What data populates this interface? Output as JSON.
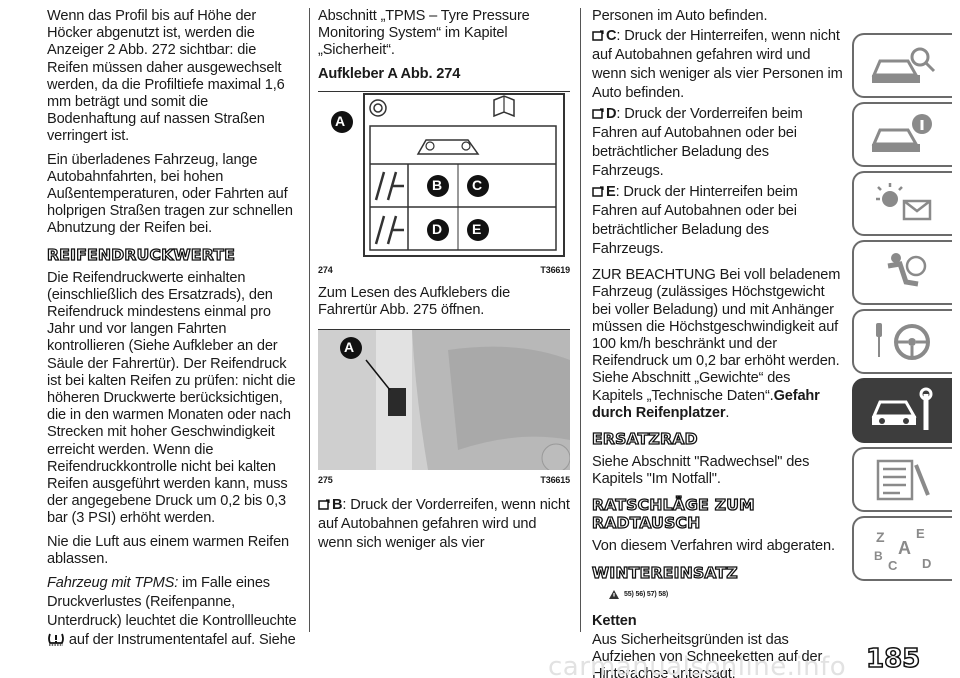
{
  "col1": {
    "p1": "Wenn das Profil bis auf Höhe der Höcker abgenutzt ist, werden die Anzeiger 2 Abb. 272 sichtbar: die Reifen müssen daher ausgewechselt werden, da die Profiltiefe maximal 1,6 mm beträgt und somit die Bodenhaftung auf nassen Straßen verringert ist.",
    "p2": "Ein überladenes Fahrzeug, lange Autobahnfahrten, bei hohen Außentemperaturen, oder Fahrten auf holprigen Straßen tragen zur schnellen Abnutzung der Reifen bei.",
    "heading": "REIFENDRUCKWERTE",
    "p3": "Die Reifendruckwerte einhalten (einschließlich des Ersatzrads), den Reifendruck mindestens einmal pro Jahr und vor langen Fahrten kontrollieren (Siehe Aufkleber an der Säule der Fahrertür). Der Reifendruck ist bei kalten Reifen zu prüfen: nicht die höheren Druckwerte berücksichtigen, die in den warmen Monaten oder nach Strecken mit hoher Geschwindigkeit erreicht werden. Wenn die Reifendruckkontrolle nicht bei kalten Reifen ausgeführt werden kann, muss der angegebene Druck um 0,2 bis 0,3 bar (3 PSI) erhöht werden.",
    "p4": "Nie die Luft aus einem warmen Reifen ablassen.",
    "p5_italic": "Fahrzeug mit TPMS:",
    "p5_rest": " im Falle eines Druckverlustes (Reifenpanne, Unterdruck) leuchtet die Kontrollleuchte",
    "p5_end": " auf der Instrumententafel auf. Siehe"
  },
  "col2": {
    "p1": "Abschnitt „TPMS – Tyre Pressure Monitoring System“ im Kapitel „Sicherheit“.",
    "subheading": "Aufkleber A Abb. 274",
    "fig274": {
      "num": "274",
      "code": "T36619",
      "label_a": "A",
      "cells": [
        "B",
        "C",
        "D",
        "E"
      ]
    },
    "p2": "Zum Lesen des Aufklebers die Fahrertür Abb. 275 öffnen.",
    "fig275": {
      "num": "275",
      "code": "T36615",
      "label_a": "A"
    },
    "b_letter": "B",
    "b_text": ": Druck der Vorderreifen, wenn nicht auf Autobahnen gefahren wird und wenn sich weniger als vier"
  },
  "col3": {
    "p1": "Personen im Auto befinden.",
    "c_letter": "C",
    "c_text": ": Druck der Hinterreifen, wenn nicht auf Autobahnen gefahren wird und wenn sich weniger als vier Personen im Auto befinden.",
    "d_letter": "D",
    "d_text": ": Druck der Vorderreifen beim Fahren auf Autobahnen oder bei beträchtlicher Beladung des Fahrzeugs.",
    "e_letter": "E",
    "e_text": ": Druck der Hinterreifen beim Fahren auf Autobahnen oder bei beträchtlicher Beladung des Fahrzeugs.",
    "note": "ZUR BEACHTUNG Bei voll beladenem Fahrzeug (zulässiges Höchstgewicht bei voller Beladung) und mit Anhänger müssen die Höchstgeschwindigkeit auf 100 km/h beschränkt und der Reifendruck um 0,2 bar erhöht werden. Siehe Abschnitt „Gewichte“ des Kapitels „Technische Daten“.",
    "note_bold": "Gefahr durch Reifenplatzer",
    "note_end": ".",
    "h_ersatzrad": "ERSATZRAD",
    "p_ersatzrad": "Siehe Abschnitt \"Radwechsel\" des Kapitels \"Im Notfall\".",
    "h_ratschlaege": "RATSCHLÄGE ZUM RADTAUSCH",
    "p_ratschlaege": "Von diesem Verfahren wird abgeraten.",
    "h_winter": "WINTEREINSATZ",
    "warn_refs": "55) 56) 57) 58)",
    "h_ketten": "Ketten",
    "p_ketten": "Aus Sicherheitsgründen ist das Aufziehen von Schneeketten auf der Hinterachse untersagt."
  },
  "page_number": "185",
  "watermark": "carmanualsonline.info",
  "colors": {
    "text": "#1a1a1a",
    "tab_border": "#6b6b6b",
    "tab_active": "#3d3d3d",
    "label_bg": "#111111"
  }
}
